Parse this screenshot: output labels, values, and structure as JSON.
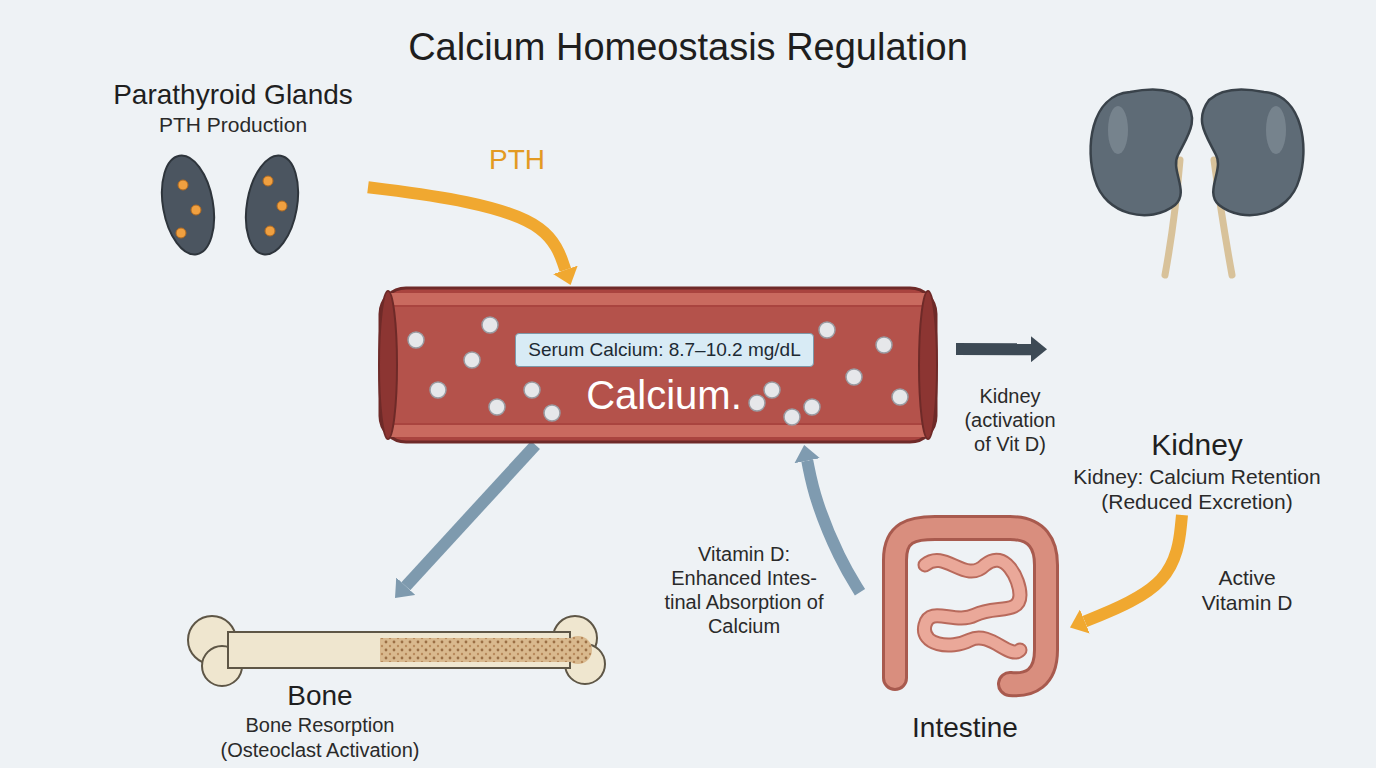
{
  "diagram": {
    "title": "Calcium Homeostasis Regulation",
    "nodes": [
      {
        "text": [
          "Parathyroid Glands",
          "PTH Production"
        ]
      },
      {
        "text": [
          "Calcium."
        ]
      },
      {
        "text": [
          "Serum Calcium: 8.7–10.2 mg/dL"
        ],
        "in": 1
      },
      {
        "text": [
          "Kidney",
          "Kidney: Calcium Retention (Reduced Excretion)"
        ]
      },
      {
        "text": [
          "Bone",
          "Bone Resorption (Osteoclast Activation)"
        ]
      },
      {
        "text": [
          "Intestine"
        ]
      }
    ],
    "edges": [
      {
        "from": 0,
        "to": 1,
        "arrow": "to",
        "label": "PTH"
      },
      {
        "from": 1,
        "to": 3,
        "arrow": "to",
        "label": "Kidney (activation of Vit D)"
      },
      {
        "from": 1,
        "to": 4,
        "arrow": "to"
      },
      {
        "from": 3,
        "to": 5,
        "arrow": "to",
        "label": "Active Vitamin D"
      },
      {
        "from": 5,
        "to": 1,
        "arrow": "to",
        "label": "Vitamin D: Enhanced Intes- tinal Absorption of Calcium"
      }
    ]
  }
}
